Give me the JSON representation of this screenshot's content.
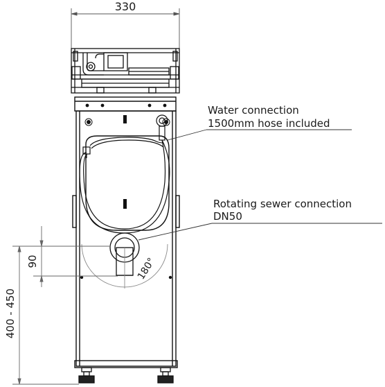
{
  "dimensions": {
    "width_label": "330",
    "offset_label": "90",
    "height_label": "400 - 450",
    "rotation_label": "180°"
  },
  "callouts": {
    "water": {
      "line1": "Water connection",
      "line2": "1500mm hose included"
    },
    "sewer": {
      "line1": "Rotating sewer connection",
      "line2": "DN50"
    }
  }
}
